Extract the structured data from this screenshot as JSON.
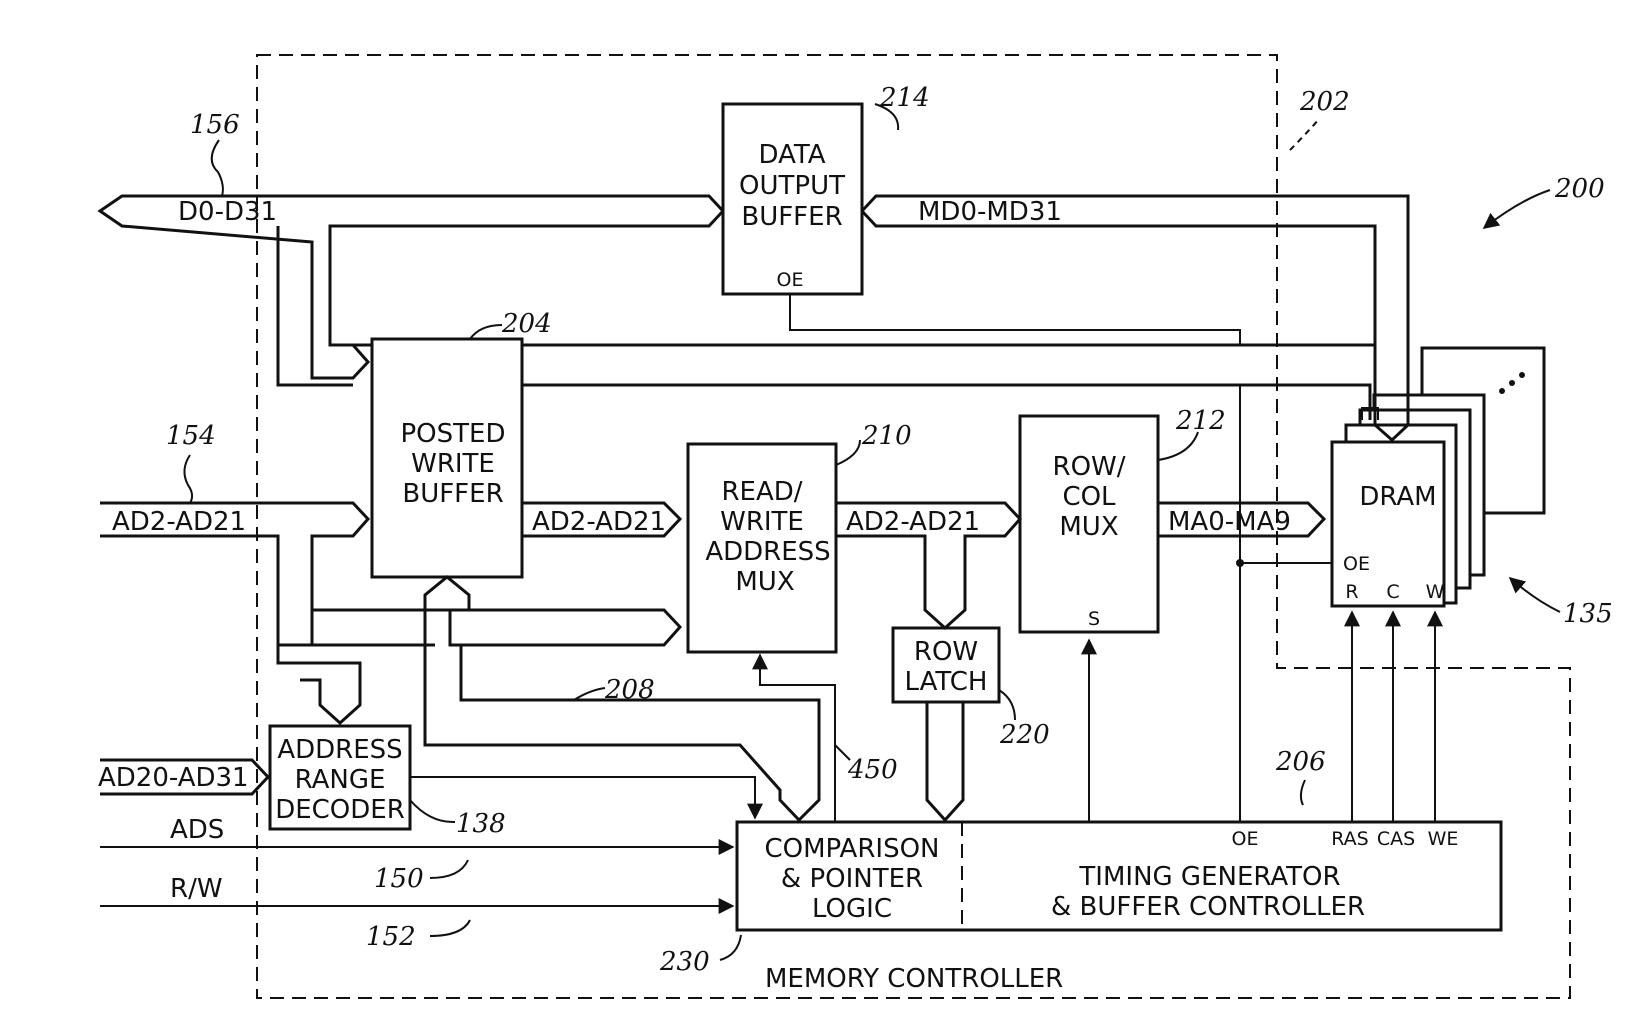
{
  "blocks": {
    "data_output_buffer": [
      "DATA",
      "OUTPUT",
      "BUFFER"
    ],
    "data_output_buffer_pin": "OE",
    "posted_write_buffer": [
      "POSTED",
      "WRITE",
      "BUFFER"
    ],
    "rw_address_mux": [
      "READ/",
      "WRITE",
      "ADDRESS",
      "MUX"
    ],
    "row_col_mux": [
      "ROW/",
      "COL",
      "MUX"
    ],
    "row_col_mux_pin": "S",
    "row_latch": [
      "ROW",
      "LATCH"
    ],
    "dram": "DRAM",
    "dram_pins": [
      "OE",
      "R",
      "C",
      "W"
    ],
    "address_range_decoder": [
      "ADDRESS",
      "RANGE",
      "DECODER"
    ],
    "comparison_logic": [
      "COMPARISON",
      "& POINTER",
      "LOGIC"
    ],
    "timing_generator": [
      "TIMING GENERATOR",
      "& BUFFER CONTROLLER"
    ],
    "timing_pins": [
      "OE",
      "RAS",
      "CAS",
      "WE"
    ],
    "memory_controller": "MEMORY CONTROLLER"
  },
  "signals": {
    "d_bus": "D0-D31",
    "md_bus": "MD0-MD31",
    "ad_in": "AD2-AD21",
    "ad_pwb": "AD2-AD21",
    "ad_mux": "AD2-AD21",
    "ma_bus": "MA0-MA9",
    "ad_high": "AD20-AD31",
    "ads": "ADS",
    "rw": "R/W"
  },
  "refs": {
    "r156": "156",
    "r214": "214",
    "r202": "202",
    "r200": "200",
    "r204": "204",
    "r154": "154",
    "r210": "210",
    "r212": "212",
    "r135": "135",
    "r208": "208",
    "r450": "450",
    "r220": "220",
    "r206": "206",
    "r138": "138",
    "r150": "150",
    "r152": "152",
    "r230": "230"
  }
}
